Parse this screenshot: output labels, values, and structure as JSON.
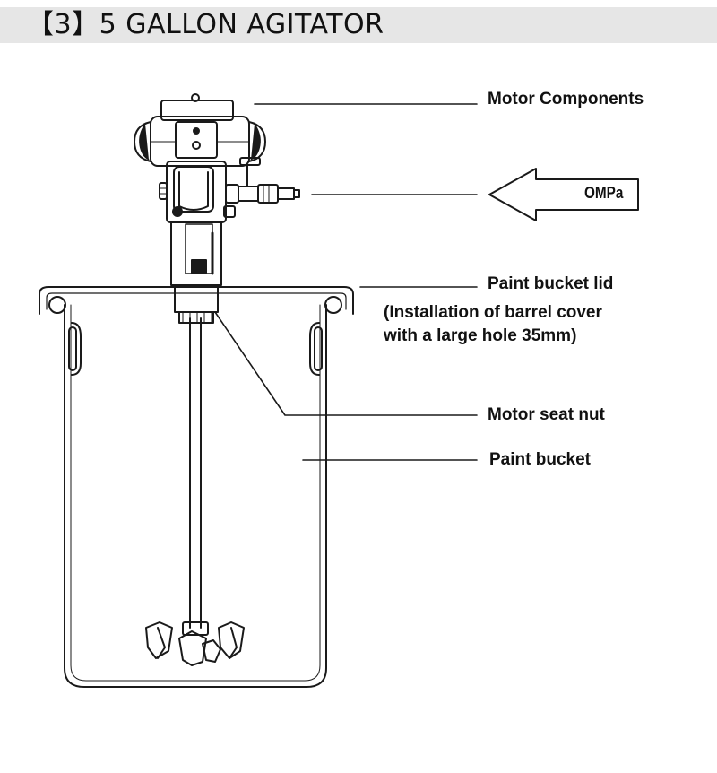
{
  "header": {
    "title": "【3】5 GALLON  AGITATOR"
  },
  "labels": {
    "motor_components": "Motor Components",
    "air_inlet_gauge": "OMPa",
    "paint_bucket_lid": "Paint bucket lid",
    "lid_note_line1": "(Installation of barrel cover",
    "lid_note_line2": "with a large hole 35mm)",
    "motor_seat_nut": "Motor seat nut",
    "paint_bucket": "Paint bucket"
  }
}
